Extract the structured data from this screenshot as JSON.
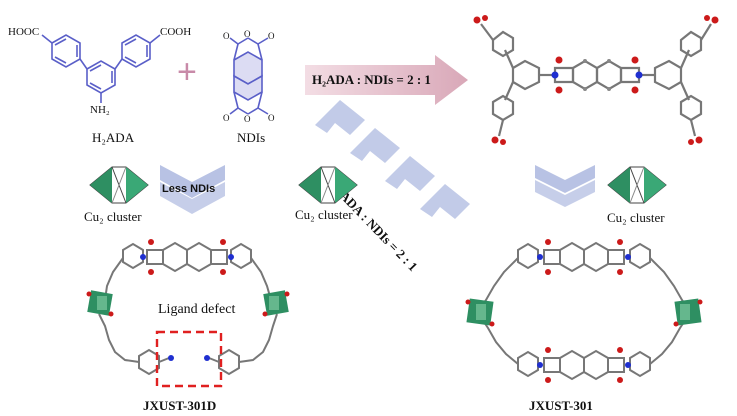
{
  "reactants": {
    "h2ada_label": "H₂ADA",
    "ndis_label": "NDIs",
    "cooh_left": "HOOC",
    "cooh_right": "COOH",
    "nh2": "NH₂",
    "plus": "+"
  },
  "arrows": {
    "main_ratio": "H₂ADA : NDIs = 2 : 1",
    "diagonal_ratio": "H₂ADA : NDIs = 2 : 1",
    "less_ndis": "Less NDIs"
  },
  "clusters": {
    "left": "Cu₂ cluster",
    "middle": "Cu₂ cluster",
    "right": "Cu₂ cluster"
  },
  "products": {
    "defect_label": "Ligand defect",
    "left_name": "JXUST-301D",
    "right_name": "JXUST-301"
  },
  "colors": {
    "bond_blue": "#5a5fc8",
    "plus_pink": "#c88aa8",
    "arrow_pink": "#e6b9c6",
    "chevron_blue": "#b8c2e4",
    "cluster_green": "#2e8f62",
    "defect_red": "#e02020",
    "nitrogen_blue": "#1f2fd0",
    "oxygen_red": "#cc1a1a"
  }
}
